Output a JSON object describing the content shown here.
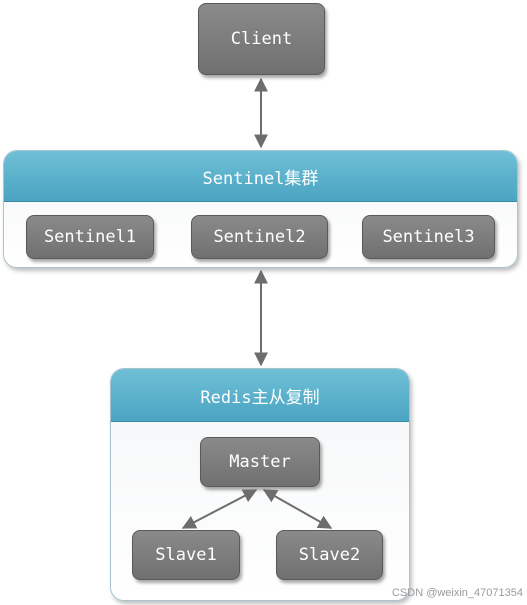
{
  "client": {
    "label": "Client"
  },
  "sentinel_cluster": {
    "title": "Sentinel集群",
    "nodes": [
      "Sentinel1",
      "Sentinel2",
      "Sentinel3"
    ]
  },
  "replication": {
    "title": "Redis主从复制",
    "master": "Master",
    "slaves": [
      "Slave1",
      "Slave2"
    ]
  },
  "watermark": "CSDN @weixin_47071354",
  "colors": {
    "node_gray": "#7c7c7c",
    "header_teal": "#5bb3cc",
    "arrow": "#6d6d6d"
  }
}
